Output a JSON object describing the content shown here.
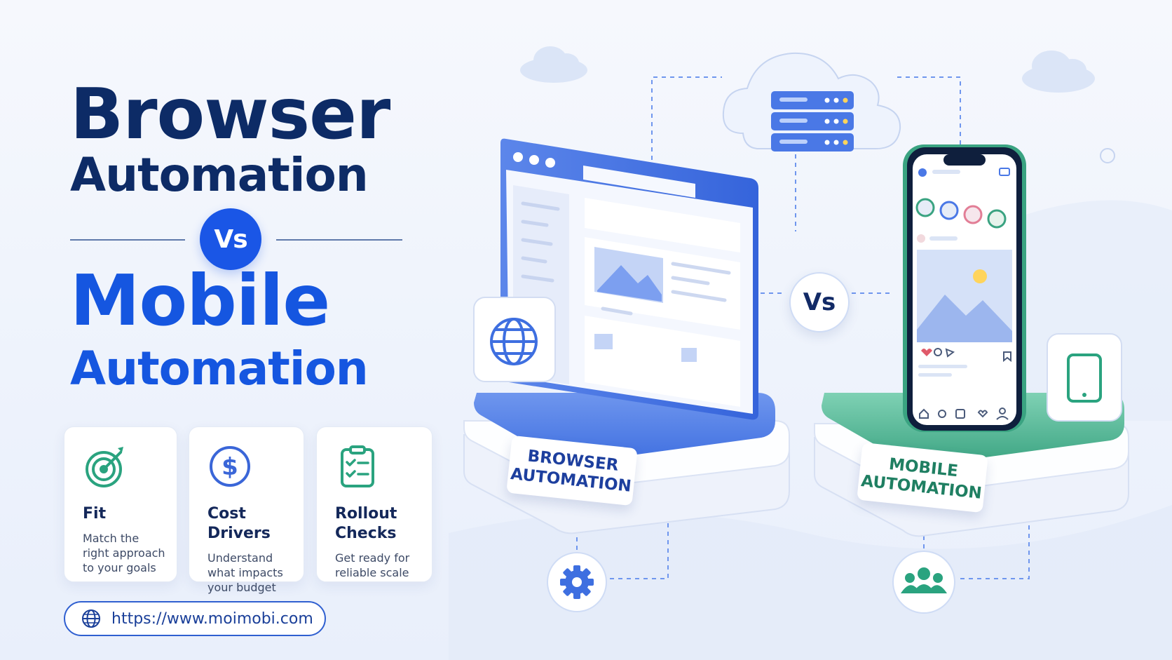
{
  "heading": {
    "line1": "Browser",
    "line2": "Automation",
    "vs": "Vs",
    "line3": "Mobile",
    "line4": "Automation"
  },
  "cards": [
    {
      "icon": "target-icon",
      "title": "Fit",
      "desc": [
        "Match the",
        "right approach",
        "to your goals"
      ]
    },
    {
      "icon": "dollar-icon",
      "title": "Cost Drivers",
      "desc": [
        "Understand",
        "what impacts",
        "your budget"
      ]
    },
    {
      "icon": "checklist-icon",
      "title": [
        "Rollout",
        "Checks"
      ],
      "desc": [
        "Get ready for",
        "reliable scale"
      ]
    }
  ],
  "url": "https://www.moimobi.com",
  "illustration": {
    "browser_label": [
      "BROWSER",
      "AUTOMATION"
    ],
    "mobile_label": [
      "MOBILE",
      "AUTOMATION"
    ],
    "vs": "Vs",
    "icons": [
      "cloud-icon",
      "server-icon",
      "browser-window-icon",
      "globe-icon",
      "smartphone-icon",
      "tablet-icon",
      "gear-icon",
      "users-icon"
    ]
  },
  "colors": {
    "navy": "#0d2b66",
    "blue": "#1556e0",
    "green": "#3aa381"
  }
}
